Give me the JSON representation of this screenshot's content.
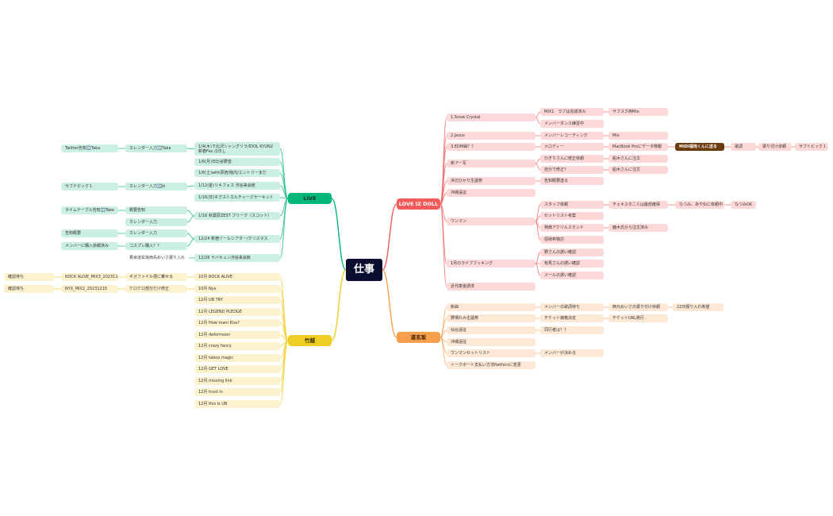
{
  "colors": {
    "root_bg": "#0b0e2f",
    "live": "#00b67a",
    "live_node": "#ccefe4",
    "takegoshi": "#f0cd25",
    "takegoshi_node": "#fcf2ce",
    "loveiz": "#f35a5a",
    "loveiz_node": "#fdd8d8",
    "douhan": "#f6a04d",
    "douhan_node": "#fde8d6",
    "midi": "#6b3a0d"
  },
  "root": {
    "label": "仕事"
  },
  "branches": {
    "live": "LIVE",
    "takegoshi": "竹越",
    "loveiz": "LOVE IZ DOLL",
    "douhan": "道玄坂"
  },
  "live": {
    "children": [
      {
        "label": "1/4(木)下北沢シャングリラ/IDOL KYUN2 新春Fes /2日し",
        "left": [
          {
            "label": "カレンダー入力🆗Taka",
            "left": [
              {
                "label": "Twitter告知🆗Taka"
              }
            ]
          }
        ]
      },
      {
        "label": "1/6(月)日比谷野音"
      },
      {
        "label": "1/6(土)with原宿/館内/エントリーまだ"
      },
      {
        "label": "1/12(金)リキフェス 渋谷来会館",
        "left": [
          {
            "label": "カレンダー入力🆗ki",
            "left": [
              {
                "label": "サブドピック１"
              }
            ]
          }
        ]
      },
      {
        "label": "1/16(日)ネクストカルチャーズサーキット"
      },
      {
        "label": "1/16 秋葉原ZEST フリーク（スコット）",
        "left": [
          {
            "label": "概要告知",
            "left": [
              {
                "label": "タイムテーブル告知🆗Take"
              }
            ]
          },
          {
            "label": "カレンダー入力"
          }
        ]
      },
      {
        "label": "12/24 新宿ゾールシアター/クリスマス",
        "left": [
          {
            "label": "カレンダー入力",
            "left": [
              {
                "label": "告知概要"
              }
            ]
          },
          {
            "label": "コスプレ購入？？",
            "left": [
              {
                "label": "メンバーに購入依頼済み"
              }
            ]
          }
        ]
      },
      {
        "label": "12/26 ヤバキュン渋谷来会館",
        "left": [
          {
            "label": "貫目道玄坂両先めいさ振り入れ"
          }
        ]
      }
    ]
  },
  "takegoshi": {
    "children": [
      {
        "label": "10月 ROCK ALIVE",
        "left": [
          {
            "label": "ギガファイル便に乗せる",
            "left": [
              {
                "label": "ROCK ALIVE_MIX3_20231103",
                "left": [
                  {
                    "label": "確認待ち"
                  }
                ]
              }
            ]
          }
        ]
      },
      {
        "label": "10月 Nyx",
        "left": [
          {
            "label": "ケロケロ部分だけ修正",
            "left": [
              {
                "label": "NYX_MIX2_20231215",
                "left": [
                  {
                    "label": "確認待ち"
                  }
                ]
              }
            ]
          }
        ]
      },
      {
        "label": "12月 UB TRY"
      },
      {
        "label": "12月 LEGEND PLEDGE"
      },
      {
        "label": "12月 How mani Kiss?"
      },
      {
        "label": "12月 deformoon"
      },
      {
        "label": "12月 crazy fancy"
      },
      {
        "label": "12月 taboo magic"
      },
      {
        "label": "12月 GET LOVE"
      },
      {
        "label": "12月 missing link"
      },
      {
        "label": "12月 trust in"
      },
      {
        "label": "12月 this is UB"
      }
    ]
  },
  "loveiz": {
    "children": [
      {
        "label": "1.Snow Crystal",
        "right": [
          {
            "label": "MIX1　ラフは完成済み",
            "right": [
              {
                "label": "サブスク用Mix"
              }
            ]
          },
          {
            "label": "メンバーダンス練習中"
          }
        ]
      },
      {
        "label": "2.Jesus",
        "right": [
          {
            "label": "メンバーレコーディング",
            "right": [
              {
                "label": "Mix"
              }
            ]
          }
        ]
      },
      {
        "label": "3.EDM曲？？",
        "right": [
          {
            "label": "メロディー",
            "right": [
              {
                "label": "MacBook Proにデータ移動",
                "right": [
                  {
                    "label": "MIDI福地くんに送る",
                    "right": [
                      {
                        "label": "歌詞",
                        "right": [
                          {
                            "label": "振り付け依頼",
                            "right": [
                              {
                                "label": "サブトピック１"
                              }
                            ]
                          }
                        ]
                      }
                    ]
                  }
                ]
              }
            ]
          }
        ]
      },
      {
        "label": "新アー写",
        "right": [
          {
            "label": "ひぎりさんに修正依頼",
            "right": [
              {
                "label": "船木さんに注文"
              }
            ]
          },
          {
            "label": "自分で修正？",
            "right": [
              {
                "label": "船木さんに注文"
              }
            ]
          }
        ]
      },
      {
        "label": "浜辺ひかり生誕祭",
        "right": [
          {
            "label": "告知概要送る"
          }
        ]
      },
      {
        "label": "沖縄遠征"
      },
      {
        "label": "ワンマン",
        "right": [
          {
            "label": "スタッフ依頼",
            "right": [
              {
                "label": "チェキスタ二人は最低確保",
                "right": [
                  {
                    "label": "なつみ、あやねに依頼中",
                    "right": [
                      {
                        "label": "なつみOK"
                      }
                    ]
                  }
                ]
              }
            ]
          },
          {
            "label": "セットリスト考案"
          },
          {
            "label": "特典アクリルスタンド",
            "right": [
              {
                "label": "鹿木氏から注文済み"
              }
            ]
          },
          {
            "label": "招待枠検討"
          }
        ]
      },
      {
        "label": "1月のライブブッキング",
        "right": [
          {
            "label": "野さんの誘い確認"
          },
          {
            "label": "有馬さんの誘い確認"
          },
          {
            "label": "メールの誘い確認"
          }
        ]
      },
      {
        "label": "近代寄金請求"
      }
    ]
  },
  "douhan": {
    "children": [
      {
        "label": "新曲",
        "right": [
          {
            "label": "メンバーの歌詞待ち",
            "right": [
              {
                "label": "西元めいさの振り付け依頼",
                "right": [
                  {
                    "label": "22日振り入れ希望"
                  }
                ]
              }
            ]
          }
        ]
      },
      {
        "label": "野場れみ生誕祭",
        "right": [
          {
            "label": "チケット価格決定",
            "right": [
              {
                "label": "チケットURL発行"
              }
            ]
          }
        ]
      },
      {
        "label": "仙台遠征",
        "right": [
          {
            "label": "同行者は？？"
          }
        ]
      },
      {
        "label": "沖縄遠征"
      },
      {
        "label": "ワンマンセットリスト",
        "right": [
          {
            "label": "メンバーが決める"
          }
        ]
      },
      {
        "label": "トークボート支払い方法Nethicsに変更"
      }
    ]
  }
}
